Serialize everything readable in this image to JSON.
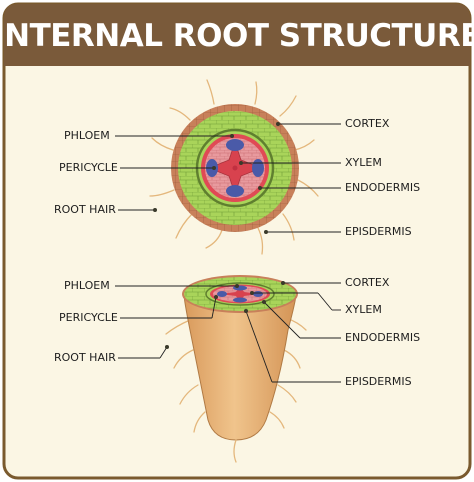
{
  "title": "INTERNAL ROOT STRUCTURE",
  "top_diagram": {
    "left_labels": {
      "phloem": "PHLOEM",
      "pericycle": "PERICYCLE",
      "root_hair": "ROOT HAIR"
    },
    "right_labels": {
      "cortex": "CORTEX",
      "xylem": "XYLEM",
      "endodermis": "ENDODERMIS",
      "epidermis": "EPISDERMIS"
    }
  },
  "bottom_diagram": {
    "left_labels": {
      "phloem": "PHLOEM",
      "pericycle": "PERICYCLE",
      "root_hair": "ROOT HAIR"
    },
    "right_labels": {
      "cortex": "CORTEX",
      "xylem": "XYLEM",
      "endodermis": "ENDODERMIS",
      "epidermis": "EPISDERMIS"
    }
  },
  "colors": {
    "frame_border": "#7a5a2e",
    "banner": "#7a5a3a",
    "panel": "#fbf6e4",
    "epidermis": "#c8805a",
    "cortex": "#a9d45a",
    "endodermis": "#6e8f3a",
    "pericycle": "#e04a55",
    "xylem_center": "#e89a9e",
    "phloem": "#4a5aa8",
    "root_body": "#e8b47a"
  }
}
